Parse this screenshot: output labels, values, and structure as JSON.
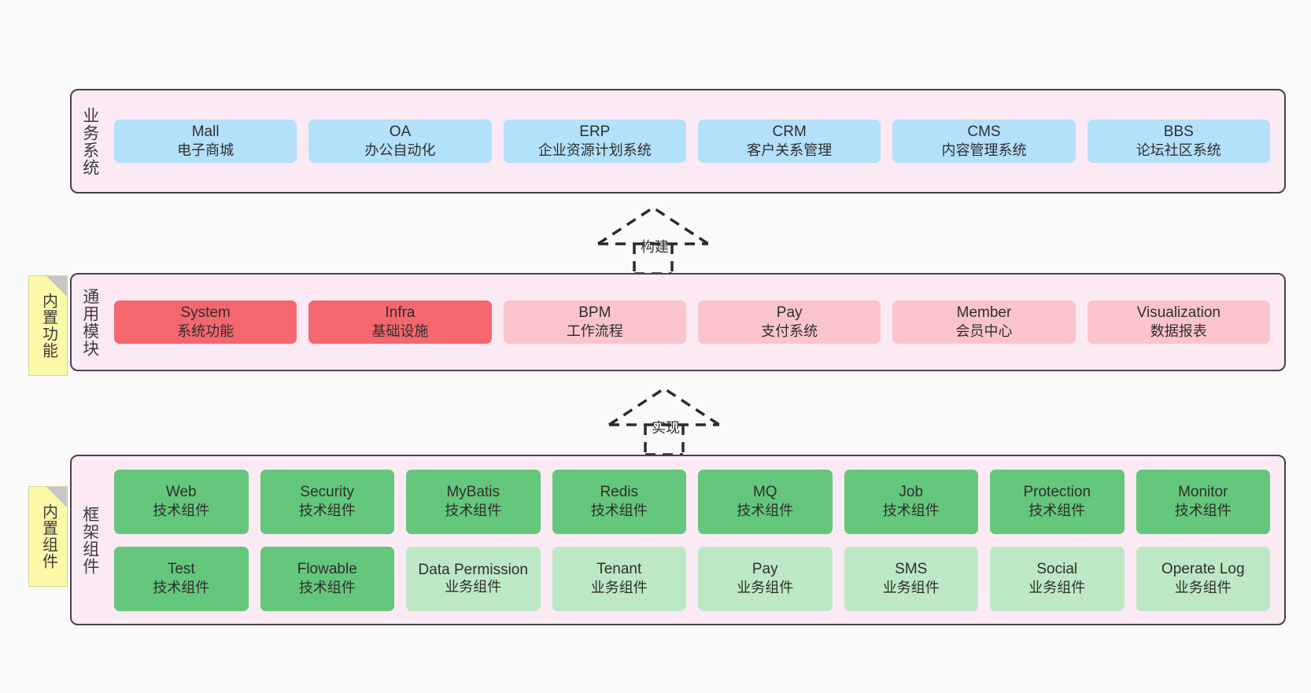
{
  "diagram": {
    "background": "#fafafa",
    "accent_panel_bg": "#fbeaf4",
    "accent_note_bg": "#fbf8a8"
  },
  "sections": {
    "business": {
      "label": "业务系统",
      "cards": [
        {
          "title": "Mall",
          "sub": "电子商城"
        },
        {
          "title": "OA",
          "sub": "办公自动化"
        },
        {
          "title": "ERP",
          "sub": "企业资源计划系统"
        },
        {
          "title": "CRM",
          "sub": "客户关系管理"
        },
        {
          "title": "CMS",
          "sub": "内容管理系统"
        },
        {
          "title": "BBS",
          "sub": "论坛社区系统"
        }
      ]
    },
    "common": {
      "label": "通用模块",
      "note": "内置功能",
      "cards": [
        {
          "title": "System",
          "sub": "系统功能",
          "color": "#f4676e"
        },
        {
          "title": "Infra",
          "sub": "基础设施",
          "color": "#f4676e"
        },
        {
          "title": "BPM",
          "sub": "工作流程",
          "color": "#fbc4cc"
        },
        {
          "title": "Pay",
          "sub": "支付系统",
          "color": "#fbc4cc"
        },
        {
          "title": "Member",
          "sub": "会员中心",
          "color": "#fbc4cc"
        },
        {
          "title": "Visualization",
          "sub": "数据报表",
          "color": "#fbc4cc"
        }
      ]
    },
    "framework": {
      "label": "框架组件",
      "note": "内置组件",
      "row1": [
        {
          "title": "Web",
          "sub": "技术组件",
          "color": "#64c77c"
        },
        {
          "title": "Security",
          "sub": "技术组件",
          "color": "#64c77c"
        },
        {
          "title": "MyBatis",
          "sub": "技术组件",
          "color": "#64c77c"
        },
        {
          "title": "Redis",
          "sub": "技术组件",
          "color": "#64c77c"
        },
        {
          "title": "MQ",
          "sub": "技术组件",
          "color": "#64c77c"
        },
        {
          "title": "Job",
          "sub": "技术组件",
          "color": "#64c77c"
        },
        {
          "title": "Protection",
          "sub": "技术组件",
          "color": "#64c77c"
        },
        {
          "title": "Monitor",
          "sub": "技术组件",
          "color": "#64c77c"
        }
      ],
      "row2": [
        {
          "title": "Test",
          "sub": "技术组件",
          "color": "#64c77c"
        },
        {
          "title": "Flowable",
          "sub": "技术组件",
          "color": "#64c77c"
        },
        {
          "title": "Data Permission",
          "sub": "业务组件",
          "color": "#bde8c5"
        },
        {
          "title": "Tenant",
          "sub": "业务组件",
          "color": "#bde8c5"
        },
        {
          "title": "Pay",
          "sub": "业务组件",
          "color": "#bde8c5"
        },
        {
          "title": "SMS",
          "sub": "业务组件",
          "color": "#bde8c5"
        },
        {
          "title": "Social",
          "sub": "业务组件",
          "color": "#bde8c5"
        },
        {
          "title": "Operate Log",
          "sub": "业务组件",
          "color": "#bde8c5"
        }
      ]
    }
  },
  "connectors": [
    {
      "label": "构建"
    },
    {
      "label": "实现"
    }
  ]
}
